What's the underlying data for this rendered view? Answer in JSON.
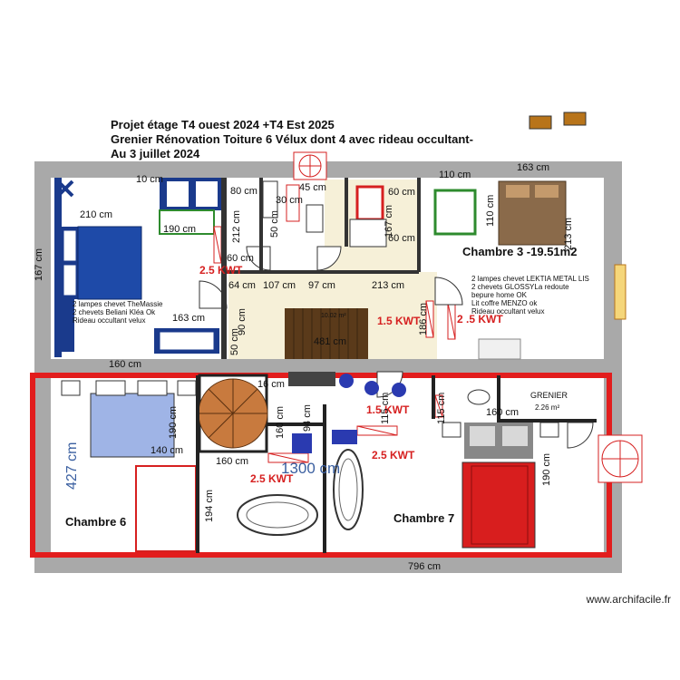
{
  "header": {
    "line1": "Projet étage T4 ouest 2024 +T4 Est 2025",
    "line2": "Grenier Rénovation Toiture 6 Vélux dont 4 avec rideau occultant-",
    "line3": "Au 3 juillet 2024"
  },
  "footer": {
    "watermark": "www.archifacile.fr"
  },
  "rooms": {
    "chambre3": "Chambre 3 -19.51m2",
    "chambre6": "Chambre 6",
    "chambre7": "Chambre 7",
    "grenier": "GRENIER",
    "grenier_area": "2.26 m²",
    "palier_area": "10.02 m²"
  },
  "power": {
    "left_upper": "2.5 KWT",
    "center": "1.5 KWT",
    "right_upper": "2 .5 KWT",
    "lower_center": "1.5 KWT",
    "lower_mid": "2.5 KWT",
    "lower_left": "2.5 KWT"
  },
  "notes": {
    "left": [
      "2 lampes chevet TheMassie",
      "2 chevets Beliani Kléa Ok",
      "Rideau occultant velux"
    ],
    "right": [
      "2 lampes chevet LEKTIA METAL LIS",
      "2 chevets GLOSSYLa redoute",
      " bepure home OK",
      "Lit coffre MENZO ok",
      "Rideau occultant velux"
    ]
  },
  "dimensions": {
    "d10": "10 cm",
    "d110": "110 cm",
    "d163_top": "163 cm",
    "d210": "210 cm",
    "d190_a": "190 cm",
    "d167_left": "167 cm",
    "d80": "80 cm",
    "d212": "212 cm",
    "d50_a": "50 cm",
    "d30": "30 cm",
    "d45": "45 cm",
    "d60_a": "60 cm",
    "d167_mid": "167 cm",
    "d60_b": "60 cm",
    "d110_v": "110 cm",
    "d213_v": "213 cm",
    "d60_c": "60 cm",
    "d64": "64 cm",
    "d107": "107 cm",
    "d97": "97 cm",
    "d213_h": "213 cm",
    "d186": "186 cm",
    "d163_mid": "163 cm",
    "d90": "90 cm",
    "d50_b": "50 cm",
    "d481": "481 cm",
    "d160_left": "160 cm",
    "d16": "16 cm",
    "d190_b": "190 cm",
    "d160_c": "160 cm",
    "d94": "94 cm",
    "d115_a": "115 cm",
    "d115_b": "115 cm",
    "d160_r": "160 cm",
    "d140": "140 cm",
    "d160_low": "160 cm",
    "d427": "427 cm",
    "d1300": "1300 cm",
    "d194": "194 cm",
    "d190_r": "190 cm",
    "d796": "796 cm"
  },
  "colors": {
    "wall": "#a9a9a9",
    "red_border": "#e21d1d",
    "bed_blue": "#1a3a8c",
    "bed_red": "#d81e1e",
    "stair": "#5a3a1a",
    "green": "#2e8b2e",
    "landing": "#f6f0d8"
  }
}
